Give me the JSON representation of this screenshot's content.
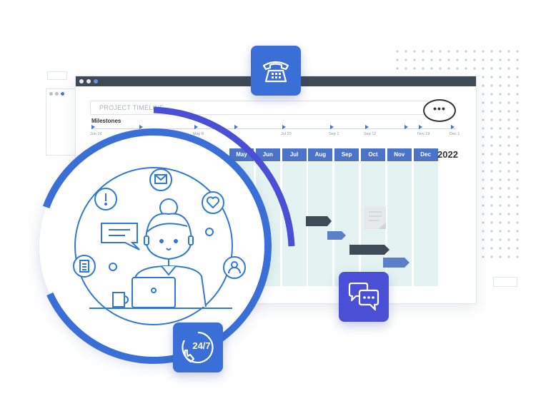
{
  "timeline": {
    "title_placeholder": "PROJECT TIMELINE",
    "milestones_label": "Milestones",
    "milestone_dates": [
      "Jun 16",
      "",
      "May 8",
      "",
      "Jul 20",
      "Sep 1",
      "Sep 12",
      "",
      "Nov 19",
      "Dec 1"
    ],
    "months": [
      "May",
      "Jun",
      "Jul",
      "Aug",
      "Sep",
      "Oct",
      "Nov",
      "Dec"
    ],
    "year": "2022"
  },
  "badges": {
    "support_hours": "24/7"
  },
  "colors": {
    "primary_blue": "#3a6fd8",
    "indigo": "#4a4fd6",
    "window_bar": "#3e4a56",
    "grid_teal": "#e4f3f1",
    "bar_dark": "#3e4a56",
    "bar_blue": "#5c7fc9"
  },
  "icons": [
    "phone-icon",
    "chat-icon",
    "support-24-7-icon",
    "mail-icon",
    "alert-icon",
    "heart-icon",
    "document-icon",
    "user-icon",
    "speech-bubble-icon",
    "laptop-icon",
    "mug-icon"
  ]
}
